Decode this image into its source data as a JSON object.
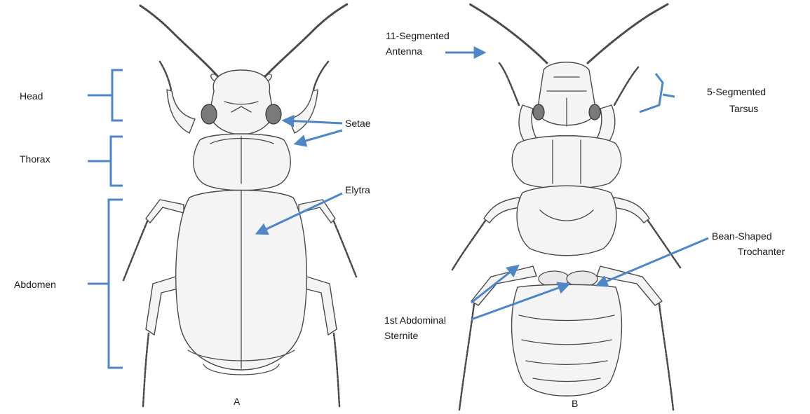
{
  "figure": {
    "panel_a": {
      "letter": "A",
      "labels": {
        "head": "Head",
        "thorax": "Thorax",
        "abdomen": "Abdomen",
        "setae": "Setae",
        "elytra": "Elytra"
      }
    },
    "panel_b": {
      "letter": "B",
      "labels": {
        "antenna_line1": "11-Segmented",
        "antenna_line2": "Antenna",
        "tarsus_line1": "5-Segmented",
        "tarsus_line2": "Tarsus",
        "trochanter_line1": "Bean-Shaped",
        "trochanter_line2": "Trochanter",
        "sternite_line1": "1st Abdominal",
        "sternite_line2": "Sternite"
      }
    },
    "colors": {
      "annotation_blue": "#4f86c6",
      "ink": "#4a4a4a",
      "background": "#ffffff"
    }
  }
}
